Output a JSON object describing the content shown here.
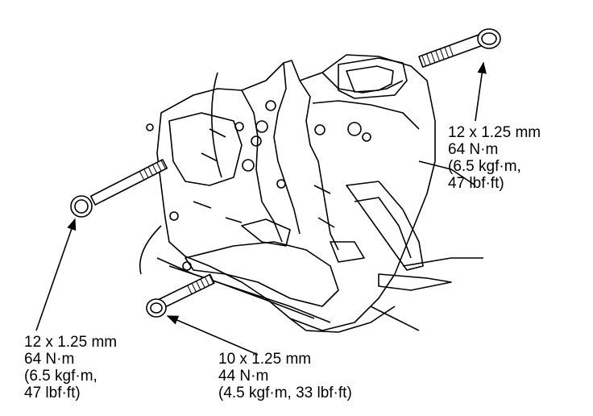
{
  "callouts": {
    "top_right": {
      "size": "12 x 1.25 mm",
      "torque_nm": "64 N·m",
      "torque_kgf": "(6.5 kgf·m,",
      "torque_lbf": "47 lbf·ft)"
    },
    "left": {
      "size": "12 x 1.25 mm",
      "torque_nm": "64 N·m",
      "torque_kgf": "(6.5 kgf·m,",
      "torque_lbf": "47 lbf·ft)"
    },
    "bottom": {
      "size": "10 x 1.25 mm",
      "torque_nm": "44 N·m",
      "torque_kgf_lbf": "(4.5 kgf·m, 33 lbf·ft)"
    }
  }
}
